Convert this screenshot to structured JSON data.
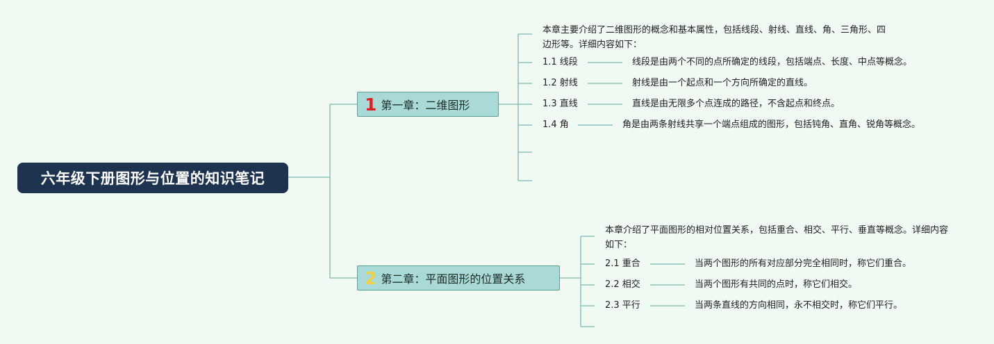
{
  "root": {
    "title": "六年级下册图形与位置的知识笔记"
  },
  "chapter1": {
    "number": "1",
    "number_color": "#d8232a",
    "title": "第一章：二维图形",
    "intro": "本章主要介绍了二维图形的概念和基本属性，包括线段、射线、直线、角、三角形、四边形等。详细内容如下：",
    "sections": [
      {
        "label": "1.1 线段",
        "desc": "线段是由两个不同的点所确定的线段，包括端点、长度、中点等概念。"
      },
      {
        "label": "1.2 射线",
        "desc": "射线是由一个起点和一个方向所确定的直线。"
      },
      {
        "label": "1.3 直线",
        "desc": "直线是由无限多个点连成的路径，不含起点和终点。"
      },
      {
        "label": "1.4 角",
        "desc": "角是由两条射线共享一个端点组成的图形，包括钝角、直角、锐角等概念。"
      }
    ]
  },
  "chapter2": {
    "number": "2",
    "number_color": "#f2cf4a",
    "title": "第二章：平面图形的位置关系",
    "intro": "本章介绍了平面图形的相对位置关系，包括重合、相交、平行、垂直等概念。详细内容如下：",
    "sections": [
      {
        "label": "2.1 重合",
        "desc": "当两个图形的所有对应部分完全相同时，称它们重合。"
      },
      {
        "label": "2.2 相交",
        "desc": "当两个图形有共同的点时，称它们相交。"
      },
      {
        "label": "2.3 平行",
        "desc": "当两条直线的方向相同，永不相交时，称它们平行。"
      }
    ]
  },
  "colors": {
    "background": "#f0f9f2",
    "root_fill": "#1e3350",
    "chapter_fill": "#a9dad7",
    "connector": "#7ab8ae"
  }
}
